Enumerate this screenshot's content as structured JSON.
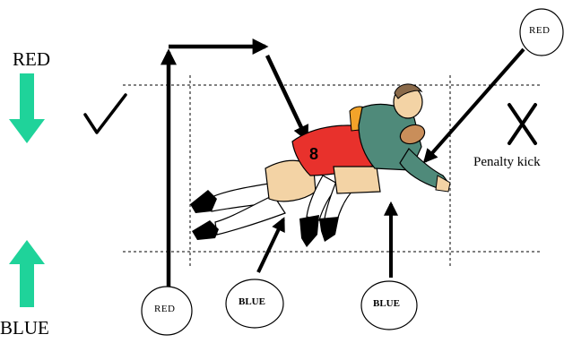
{
  "teams": {
    "top": "RED",
    "bottom": "BLUE"
  },
  "bubbles": {
    "top_right": "RED",
    "bottom_left": "RED",
    "bottom_middle": "BLUE",
    "bottom_right": "BLUE"
  },
  "outcome": {
    "penalty": "Penalty kick"
  },
  "colors": {
    "team_arrow": "#1fd39a",
    "red_jersey": "#e8312c",
    "blue_jersey": "#4f8a7a",
    "skin": "#f3d3a5"
  }
}
